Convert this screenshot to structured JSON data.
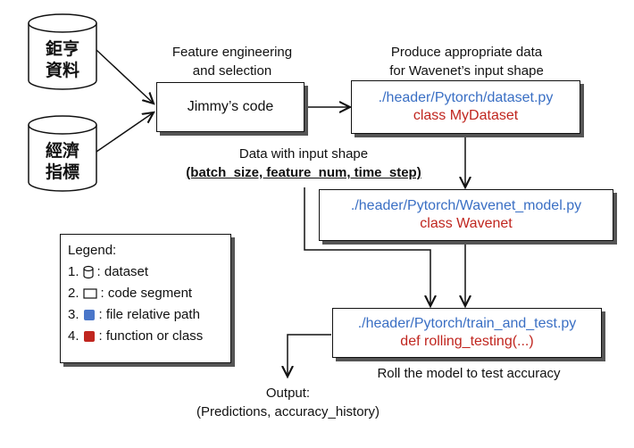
{
  "datasets": [
    {
      "line1": "鉅亨",
      "line2": "資料"
    },
    {
      "line1": "經濟",
      "line2": "指標"
    }
  ],
  "feature_label": {
    "line1": "Feature engineering",
    "line2": "and selection"
  },
  "jimmy_box": {
    "text": "Jimmy’s code"
  },
  "produce_label": {
    "line1": "Produce appropriate data",
    "line2": "for Wavenet’s input shape"
  },
  "dataset_box": {
    "path": "./header/Pytorch/dataset.py",
    "cls": "class MyDataset"
  },
  "shape_label": {
    "line1": "Data with input shape",
    "line2": "(batch_size, feature_num, time_step)"
  },
  "model_box": {
    "path": "./header/Pytorch/Wavenet_model.py",
    "cls": "class Wavenet"
  },
  "train_box": {
    "path": "./header/Pytorch/train_and_test.py",
    "func": "def rolling_testing(...)"
  },
  "roll_label": "Roll the model to test accuracy",
  "output_label": {
    "line1": "Output:",
    "line2": "(Predictions, accuracy_history)"
  },
  "legend": {
    "title": "Legend:",
    "items": [
      {
        "num": "1.",
        "text": ": dataset",
        "icon": "cylinder-icon"
      },
      {
        "num": "2.",
        "text": ": code segment",
        "icon": "rectangle-icon"
      },
      {
        "num": "3.",
        "text": ": file relative path",
        "icon": "blue-square-icon",
        "color": "#4a76c9"
      },
      {
        "num": "4.",
        "text": ": function or class",
        "icon": "red-square-icon",
        "color": "#c0261f"
      }
    ]
  }
}
